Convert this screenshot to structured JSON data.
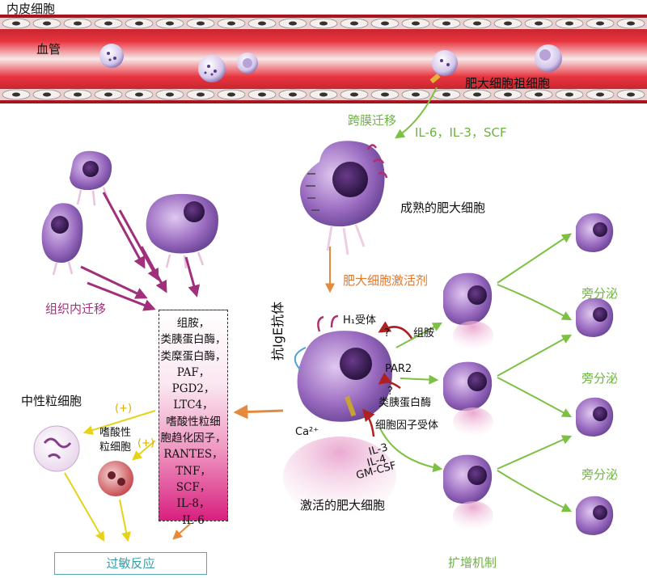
{
  "header": {
    "endothelium_label": "内皮细胞",
    "vessel_label": "血管"
  },
  "labels": {
    "progenitor": "肥大细胞祖细胞",
    "transmigration": "跨膜迁移",
    "cytokines_in": "IL-6，IL-3，SCF",
    "mature": "成熟的肥大细胞",
    "tissue_migration": "组织内迁移",
    "activators": "肥大细胞激活剂",
    "anti_ige": "抗IgE抗体",
    "h1_receptor": "H₁受体",
    "question1": "?",
    "question2": "?",
    "histamine": "组胺",
    "par2": "PAR2",
    "tryptase": "类胰蛋白酶",
    "cytokine_receptor": "细胞因子受体",
    "ca": "Ca²⁺",
    "il3": "IL-3",
    "il4": "IL-4",
    "gmcsf": "GM-CSF",
    "activated": "激活的肥大细胞",
    "paracrine1": "旁分泌",
    "paracrine2": "旁分泌",
    "paracrine3": "旁分泌",
    "proliferation": "扩增机制",
    "neutrophil": "中性粒细胞",
    "eosinophil_1": "嗜酸性",
    "eosinophil_2": "粒细胞",
    "plus1": "(+)",
    "plus2": "(+)",
    "outcome": "过敏反应"
  },
  "mediators": [
    "组胺，",
    "类胰蛋白酶，",
    "类糜蛋白酶，",
    "PAF，",
    "PGD2，",
    "LTC4，",
    "嗜酸性粒细",
    "胞趋化因子，",
    "RANTES，",
    "TNF，",
    "SCF，",
    "IL-8，",
    "IL-6"
  ],
  "colors": {
    "vessel": "#d81e2a",
    "green_arrow": "#7cc144",
    "purple_arrow": "#a0307a",
    "orange_arrow": "#e58a3c",
    "red_arrow": "#b02020",
    "yellow_arrow": "#e6d21a",
    "cell": "#9a6bc0",
    "outcome_border": "#55a9b5"
  }
}
